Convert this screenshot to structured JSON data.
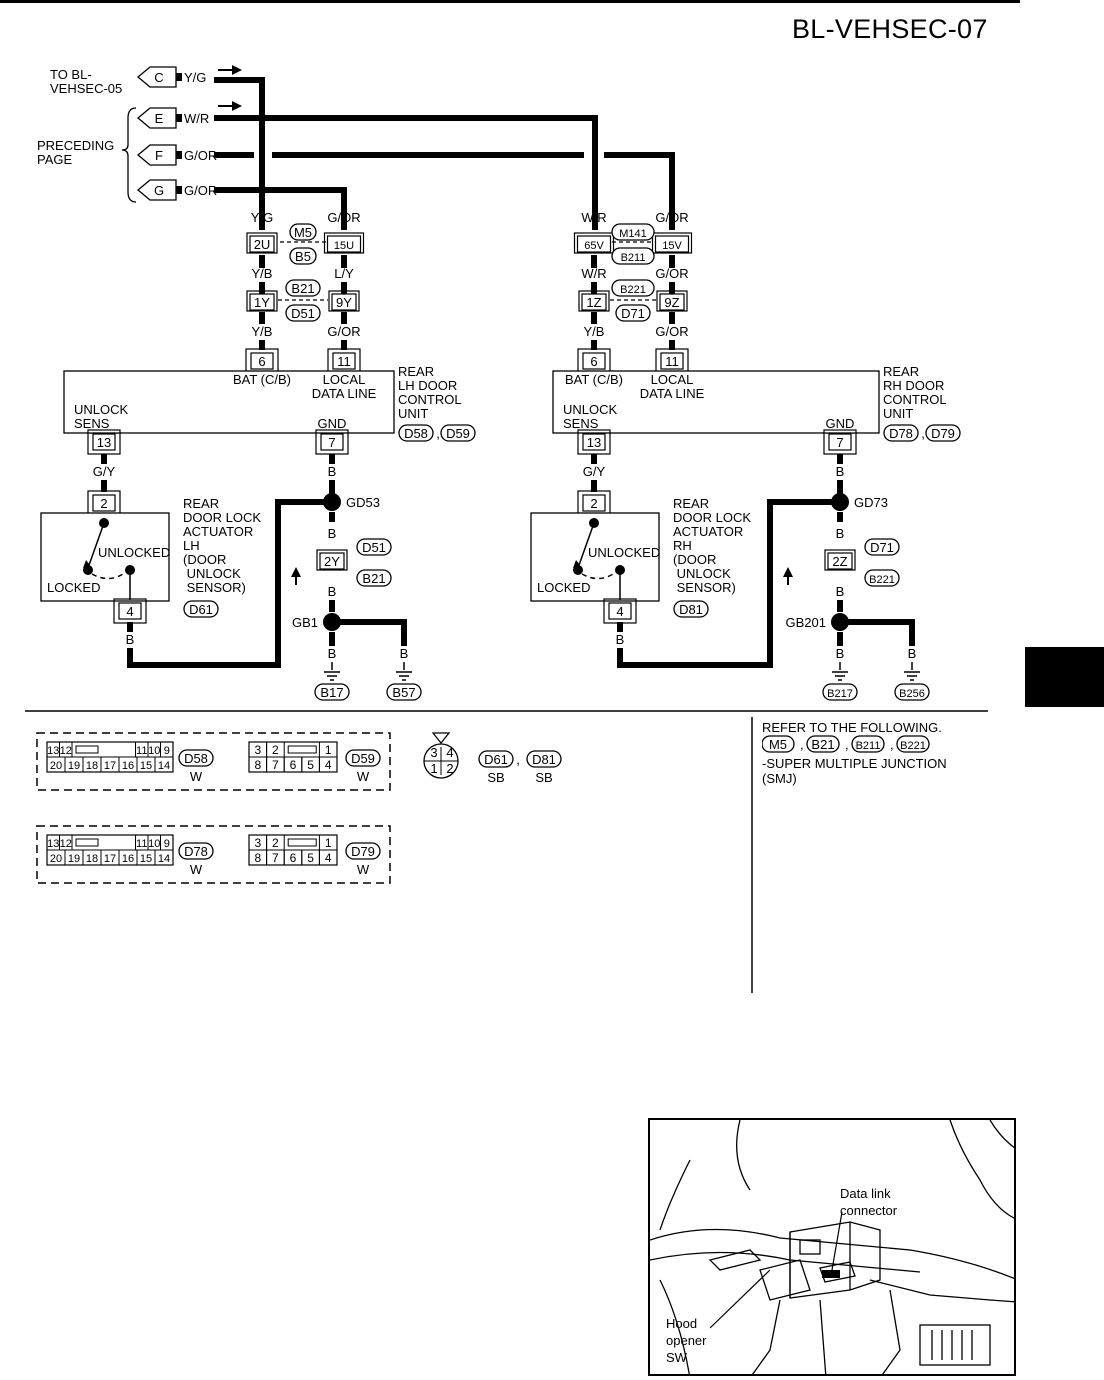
{
  "page": {
    "title": "BL-VEHSEC-07"
  },
  "offpage": {
    "to_label": "TO BL-\nVEHSEC-05",
    "preceding_label": "PRECEDING\nPAGE",
    "terminals": [
      {
        "id": "C",
        "wire": "Y/G"
      },
      {
        "id": "E",
        "wire": "W/R"
      },
      {
        "id": "F",
        "wire": "G/OR"
      },
      {
        "id": "G",
        "wire": "G/OR"
      }
    ]
  },
  "lh": {
    "conn_top": {
      "left_wire": "Y/G",
      "right_wire": "G/OR",
      "left_pin": "2U",
      "right_pin": "15U",
      "ids": [
        "M5",
        "B5"
      ]
    },
    "conn_mid": {
      "left_wire": "Y/B",
      "right_wire": "L/Y",
      "left_pin": "1Y",
      "right_pin": "9Y",
      "ids": [
        "B21",
        "D51"
      ]
    },
    "to_unit": {
      "left_wire": "Y/B",
      "right_wire": "G/OR"
    },
    "unit": {
      "name": "REAR\nLH DOOR\nCONTROL\nUNIT",
      "pins": {
        "bat": "6",
        "local": "11",
        "unlock": "13",
        "gnd": "7"
      },
      "labels": {
        "bat": "BAT (C/B)",
        "local": "LOCAL\nDATA LINE",
        "unlock": "UNLOCK\nSENS",
        "gnd": "GND"
      },
      "connectors": [
        "D58",
        "D59"
      ]
    },
    "unlock_wire": "G/Y",
    "gnd_wire": "B",
    "ground_point": "GD53",
    "gnd_conn": {
      "pin": "2Y",
      "ids": [
        "D51",
        "B21"
      ]
    },
    "ground_main": "GB1",
    "grounds": [
      "B17",
      "B57"
    ],
    "actuator": {
      "name": "REAR\nDOOR LOCK\nACTUATOR\nLH\n(DOOR\n UNLOCK\n SENSOR)",
      "connector": "D61",
      "pins": [
        "2",
        "4"
      ],
      "states": {
        "unlocked": "UNLOCKED",
        "locked": "LOCKED"
      }
    }
  },
  "rh": {
    "conn_top": {
      "left_wire": "W/R",
      "right_wire": "G/OR",
      "left_pin": "65V",
      "right_pin": "15V",
      "ids": [
        "M141",
        "B211"
      ]
    },
    "conn_mid": {
      "left_wire": "W/R",
      "right_wire": "G/OR",
      "left_pin": "1Z",
      "right_pin": "9Z",
      "ids": [
        "B221",
        "D71"
      ]
    },
    "to_unit": {
      "left_wire": "Y/B",
      "right_wire": "G/OR"
    },
    "unit": {
      "name": "REAR\nRH DOOR\nCONTROL\nUNIT",
      "pins": {
        "bat": "6",
        "local": "11",
        "unlock": "13",
        "gnd": "7"
      },
      "labels": {
        "bat": "BAT (C/B)",
        "local": "LOCAL\nDATA LINE",
        "unlock": "UNLOCK\nSENS",
        "gnd": "GND"
      },
      "connectors": [
        "D78",
        "D79"
      ]
    },
    "unlock_wire": "G/Y",
    "gnd_wire": "B",
    "ground_point": "GD73",
    "gnd_conn": {
      "pin": "2Z",
      "ids": [
        "D71",
        "B221"
      ]
    },
    "ground_main": "GB201",
    "grounds": [
      "B217",
      "B256"
    ],
    "actuator": {
      "name": "REAR\nDOOR LOCK\nACTUATOR\nRH\n(DOOR\n UNLOCK\n SENSOR)",
      "connector": "D81",
      "pins": [
        "2",
        "4"
      ],
      "states": {
        "unlocked": "UNLOCKED",
        "locked": "LOCKED"
      }
    }
  },
  "connector_views": {
    "row1": [
      {
        "id": "D58",
        "color": "W"
      },
      {
        "id": "D59",
        "color": "W"
      }
    ],
    "row2": [
      {
        "id": "D78",
        "color": "W"
      },
      {
        "id": "D79",
        "color": "W"
      }
    ],
    "round": {
      "ids": [
        "D61",
        "D81"
      ],
      "colors": [
        "SB",
        "SB"
      ],
      "pins": [
        "3",
        "4",
        "1",
        "2"
      ]
    },
    "large_pins_top": [
      "13",
      "12",
      "11",
      "10",
      "9"
    ],
    "large_pins_bottom": [
      "20",
      "19",
      "18",
      "17",
      "16",
      "15",
      "14"
    ],
    "small_pins_top": [
      "3",
      "2",
      "1"
    ],
    "small_pins_bottom": [
      "8",
      "7",
      "6",
      "5",
      "4"
    ]
  },
  "refer": {
    "heading": "REFER TO THE FOLLOWING.",
    "ids": [
      "M5",
      "B21",
      "B211",
      "B221"
    ],
    "desc": "-SUPER MULTIPLE JUNCTION\n(SMJ)"
  },
  "photo": {
    "data_link_label": "Data link\nconnector",
    "hood_label": "Hood\nopener\nSW"
  }
}
